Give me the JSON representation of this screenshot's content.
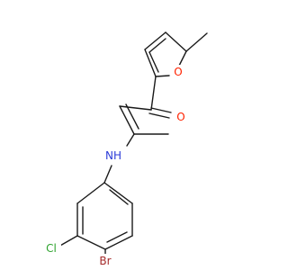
{
  "molecule": {
    "atoms": {
      "carbonyl_oxygen": {
        "symbol": "O",
        "color": "#ff2200"
      },
      "furan_oxygen": {
        "symbol": "O",
        "color": "#ff2200"
      },
      "amine_nitrogen": {
        "symbol": "NH",
        "color": "#2b3bd8"
      },
      "chlorine": {
        "symbol": "Cl",
        "color": "#2fa32f"
      },
      "bromine": {
        "symbol": "Br",
        "color": "#a52a2a"
      }
    },
    "bond_color": "#1a1a1a"
  }
}
